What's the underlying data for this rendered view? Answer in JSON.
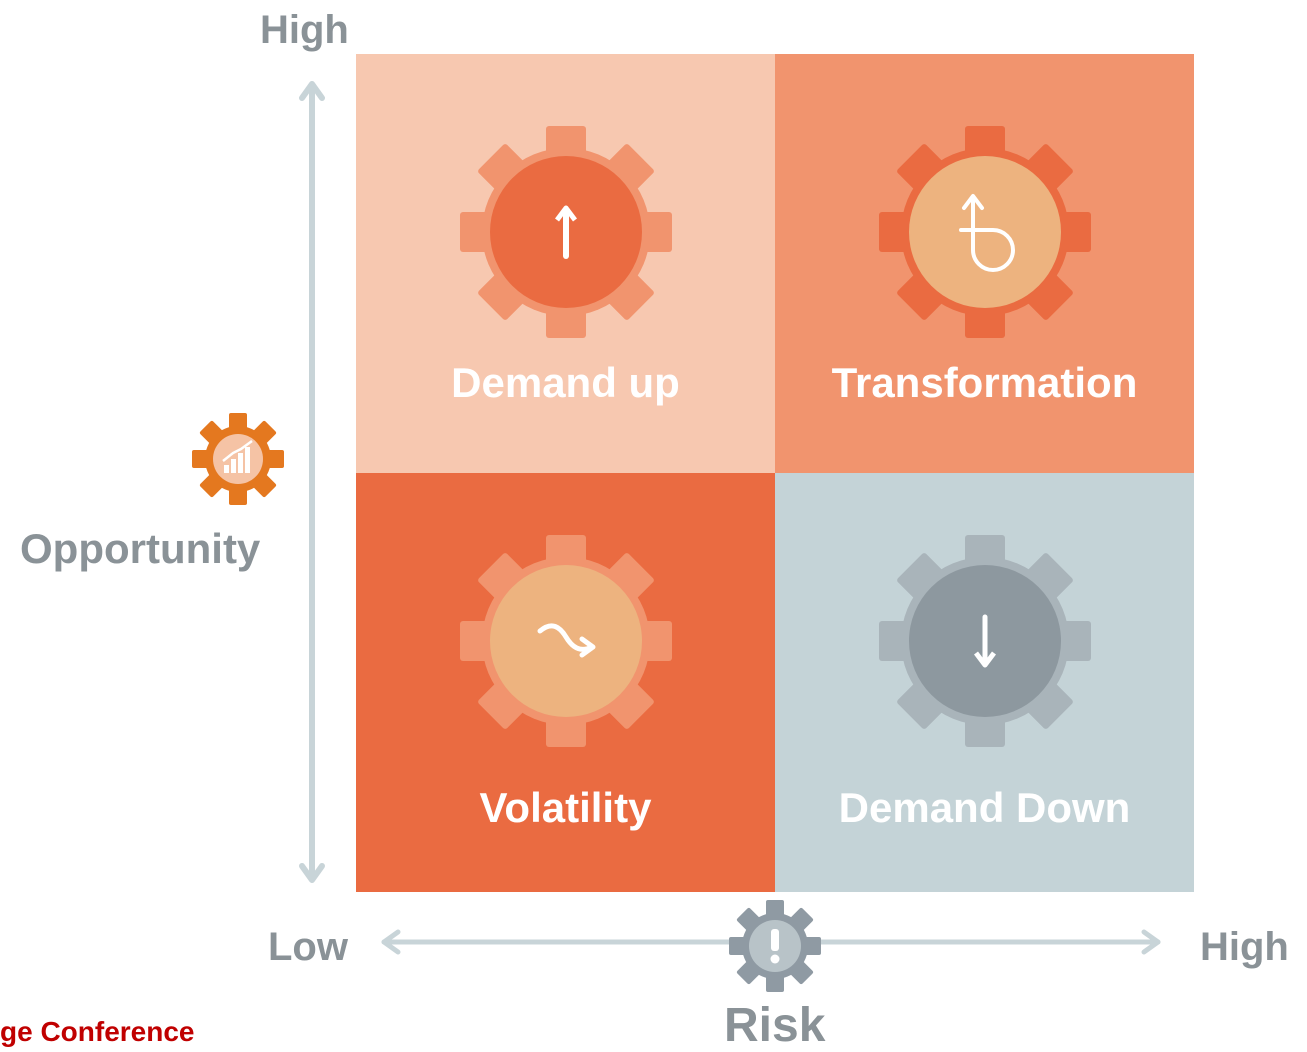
{
  "axes": {
    "y_high": "High",
    "y_title": "Opportunity",
    "x_low": "Low",
    "x_high": "High",
    "x_title": "Risk"
  },
  "quadrants": [
    {
      "id": "demand-up",
      "label": "Demand up",
      "bg": "#f7c8b0",
      "icon": "arrow-up-icon"
    },
    {
      "id": "transformation",
      "label": "Transformation",
      "bg": "#f1946e",
      "icon": "loop-arrow-icon"
    },
    {
      "id": "volatility",
      "label": "Volatility",
      "bg": "#ea6b41",
      "icon": "wave-arrow-icon"
    },
    {
      "id": "demand-down",
      "label": "Demand Down",
      "bg": "#c4d3d7",
      "icon": "arrow-down-icon"
    }
  ],
  "footer": {
    "text": "ge Conference"
  },
  "colors": {
    "axis": "#c8d4d8",
    "axis_text": "#8a9297",
    "opportunity_gear": "#e4781f",
    "risk_gear": "#8f9aa3",
    "footer": "#c00000"
  }
}
